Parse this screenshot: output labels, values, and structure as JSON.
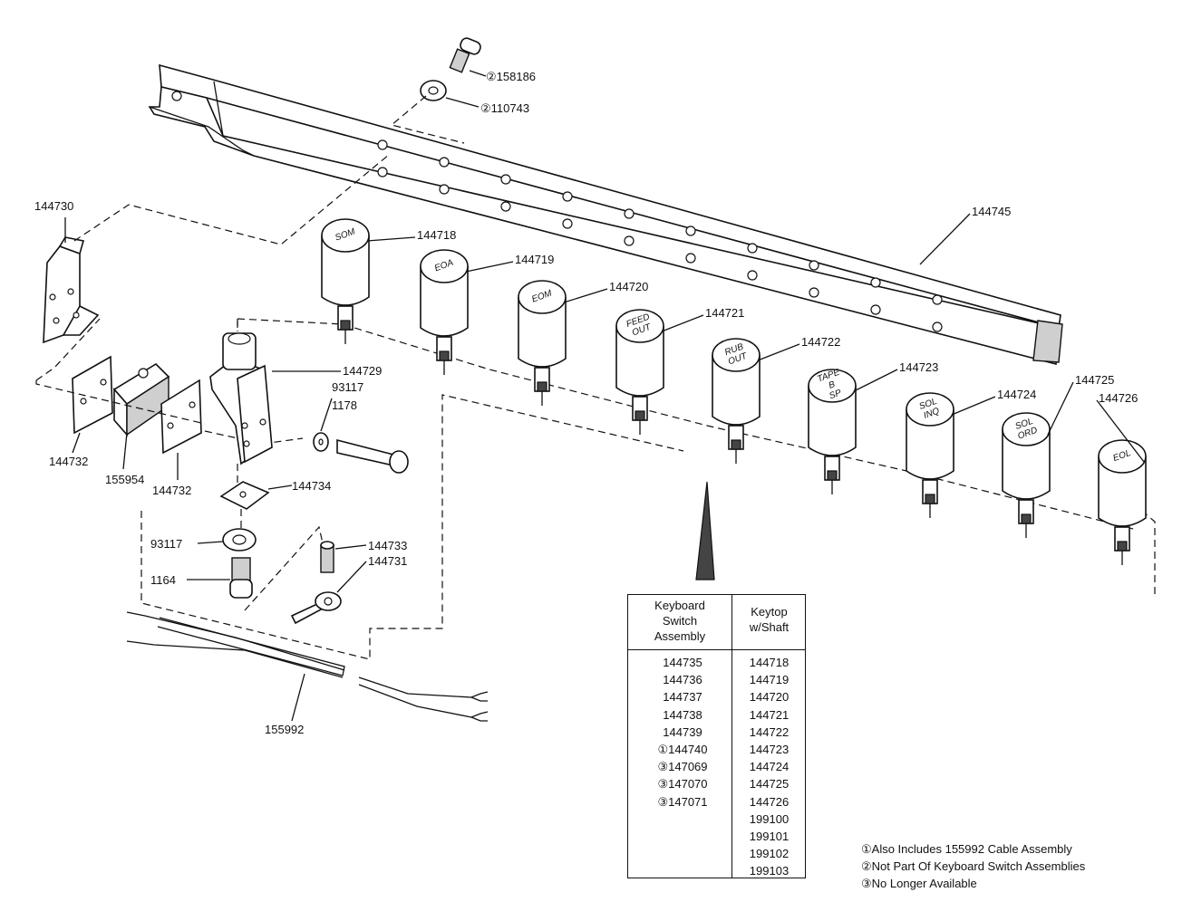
{
  "parts": {
    "screw_top": "②158186",
    "washer_top": "②110743",
    "bar": "144745",
    "bracket_left": "144730",
    "bracket_mid": "144729",
    "plate_a": "144732",
    "plate_b": "144732",
    "switch": "155954",
    "washer_93117_upper": "93117",
    "screw_1178": "1178",
    "square_plate": "144734",
    "washer_93117_lower": "93117",
    "screw_1164": "1164",
    "pin_144733": "144733",
    "clip_144731": "144731",
    "cable": "155992"
  },
  "keytops": [
    {
      "text": "SOM",
      "part": "144718"
    },
    {
      "text": "EOA",
      "part": "144719"
    },
    {
      "text": "EOM",
      "part": "144720"
    },
    {
      "text": "FEED OUT",
      "part": "144721"
    },
    {
      "text": "RUB OUT",
      "part": "144722"
    },
    {
      "text": "TAPE B SP",
      "part": "144723"
    },
    {
      "text": "SOL INQ",
      "part": "144724"
    },
    {
      "text": "SOL ORD",
      "part": "144725"
    },
    {
      "text": "EOL",
      "part": "144726"
    }
  ],
  "table": {
    "col1_header": "Keyboard\nSwitch\nAssembly",
    "col2_header": "Keytop\nw/Shaft",
    "col1": [
      "144735",
      "144736",
      "144737",
      "144738",
      "144739",
      "①144740",
      "③147069",
      "③147070",
      "③147071"
    ],
    "col2": [
      "144718",
      "144719",
      "144720",
      "144721",
      "144722",
      "144723",
      "144724",
      "144725",
      "144726",
      "199100",
      "199101",
      "199102",
      "199103"
    ]
  },
  "footnotes": [
    "①Also Includes 155992 Cable Assembly",
    "②Not Part Of Keyboard Switch Assemblies",
    "③No Longer Available"
  ]
}
